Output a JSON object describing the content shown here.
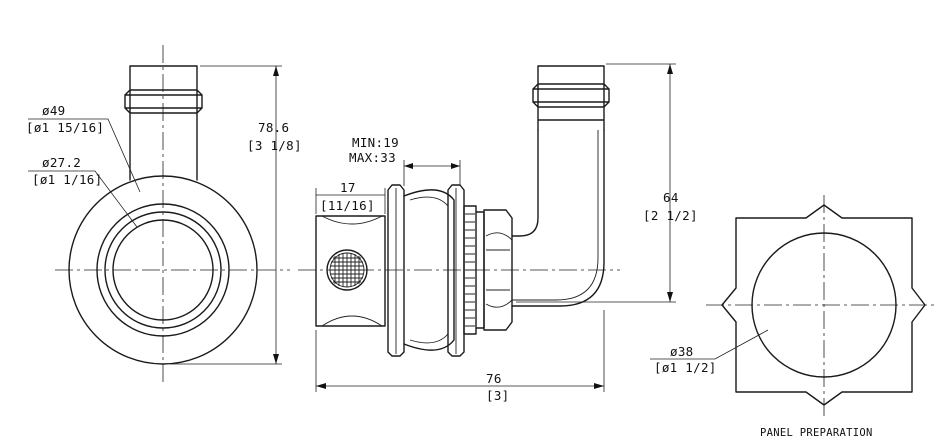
{
  "labels": {
    "outer_dia_mm": "ø49",
    "outer_dia_in": "[ø1 15/16]",
    "inner_dia_mm": "ø27.2",
    "inner_dia_in": "[ø1 1/16]",
    "height_mm": "78.6",
    "height_in": "[3 1/8]",
    "min_label": "MIN:19",
    "max_label": "MAX:33",
    "nut_mm": "17",
    "nut_in": "[11/16]",
    "elbow_mm": "64",
    "elbow_in": "[2 1/2]",
    "length_mm": "76",
    "length_in": "[3]",
    "panel_dia_mm": "ø38",
    "panel_dia_in": "[ø1 1/2]",
    "panel_caption": "PANEL PREPARATION"
  }
}
